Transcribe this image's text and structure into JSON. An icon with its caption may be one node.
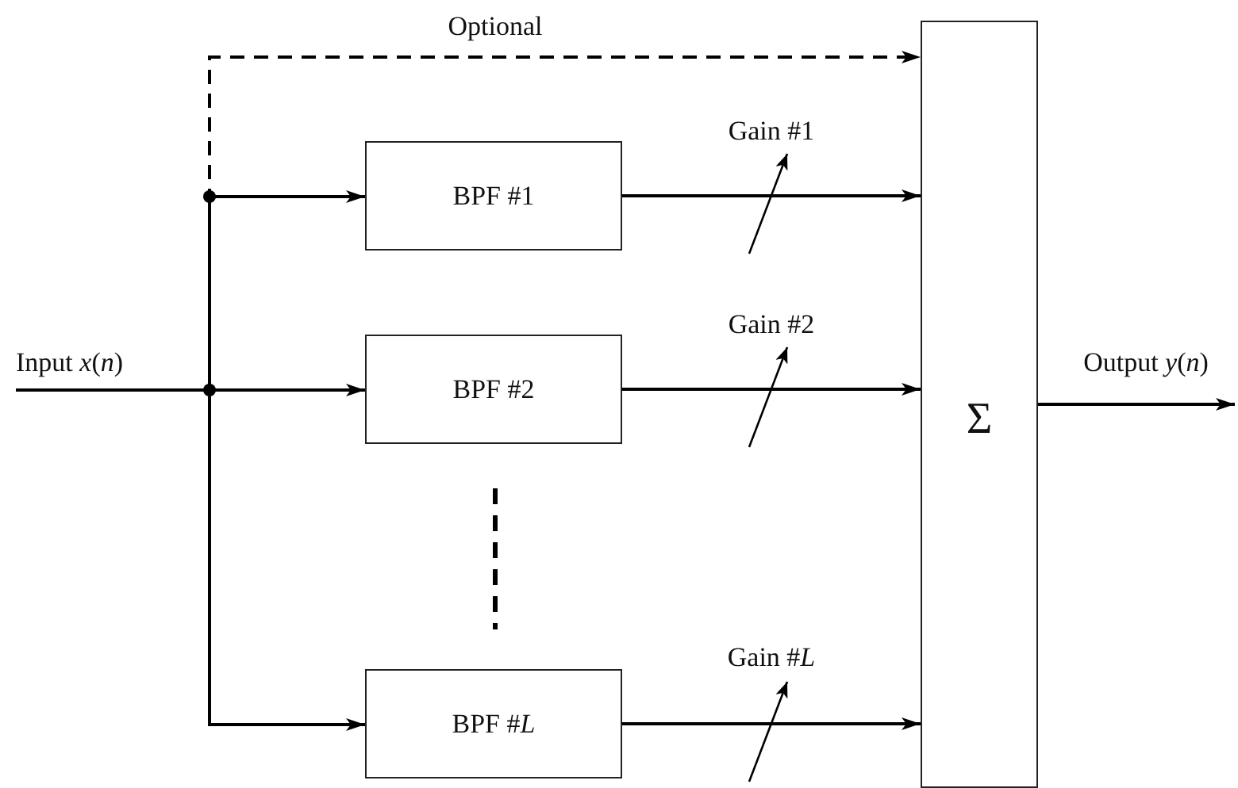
{
  "diagram": {
    "nodes": [
      {
        "text": [
          "BPF #1"
        ]
      },
      {
        "text": [
          "BPF #2"
        ]
      },
      {
        "text": [
          "BPF #*L*"
        ]
      },
      {
        "text": [
          "Σ"
        ]
      }
    ],
    "edges": [
      {
        "from": null,
        "to": 3,
        "arrow": "to",
        "label": "Optional",
        "style": "dashed"
      },
      {
        "from": null,
        "to": 0,
        "arrow": "to"
      },
      {
        "from": null,
        "to": 1,
        "arrow": "to"
      },
      {
        "from": null,
        "to": 2,
        "arrow": "to"
      },
      {
        "from": 0,
        "to": 3,
        "arrow": "to",
        "label": "Gain #1"
      },
      {
        "from": 1,
        "to": 3,
        "arrow": "to",
        "label": "Gain #2"
      },
      {
        "from": 2,
        "to": 3,
        "arrow": "to",
        "label": "Gain #*L*"
      },
      {
        "from": 3,
        "to": null,
        "arrow": "to",
        "label": "Output *y*(*n*)"
      }
    ],
    "labels": [
      "Input *x*(*n*)"
    ]
  }
}
